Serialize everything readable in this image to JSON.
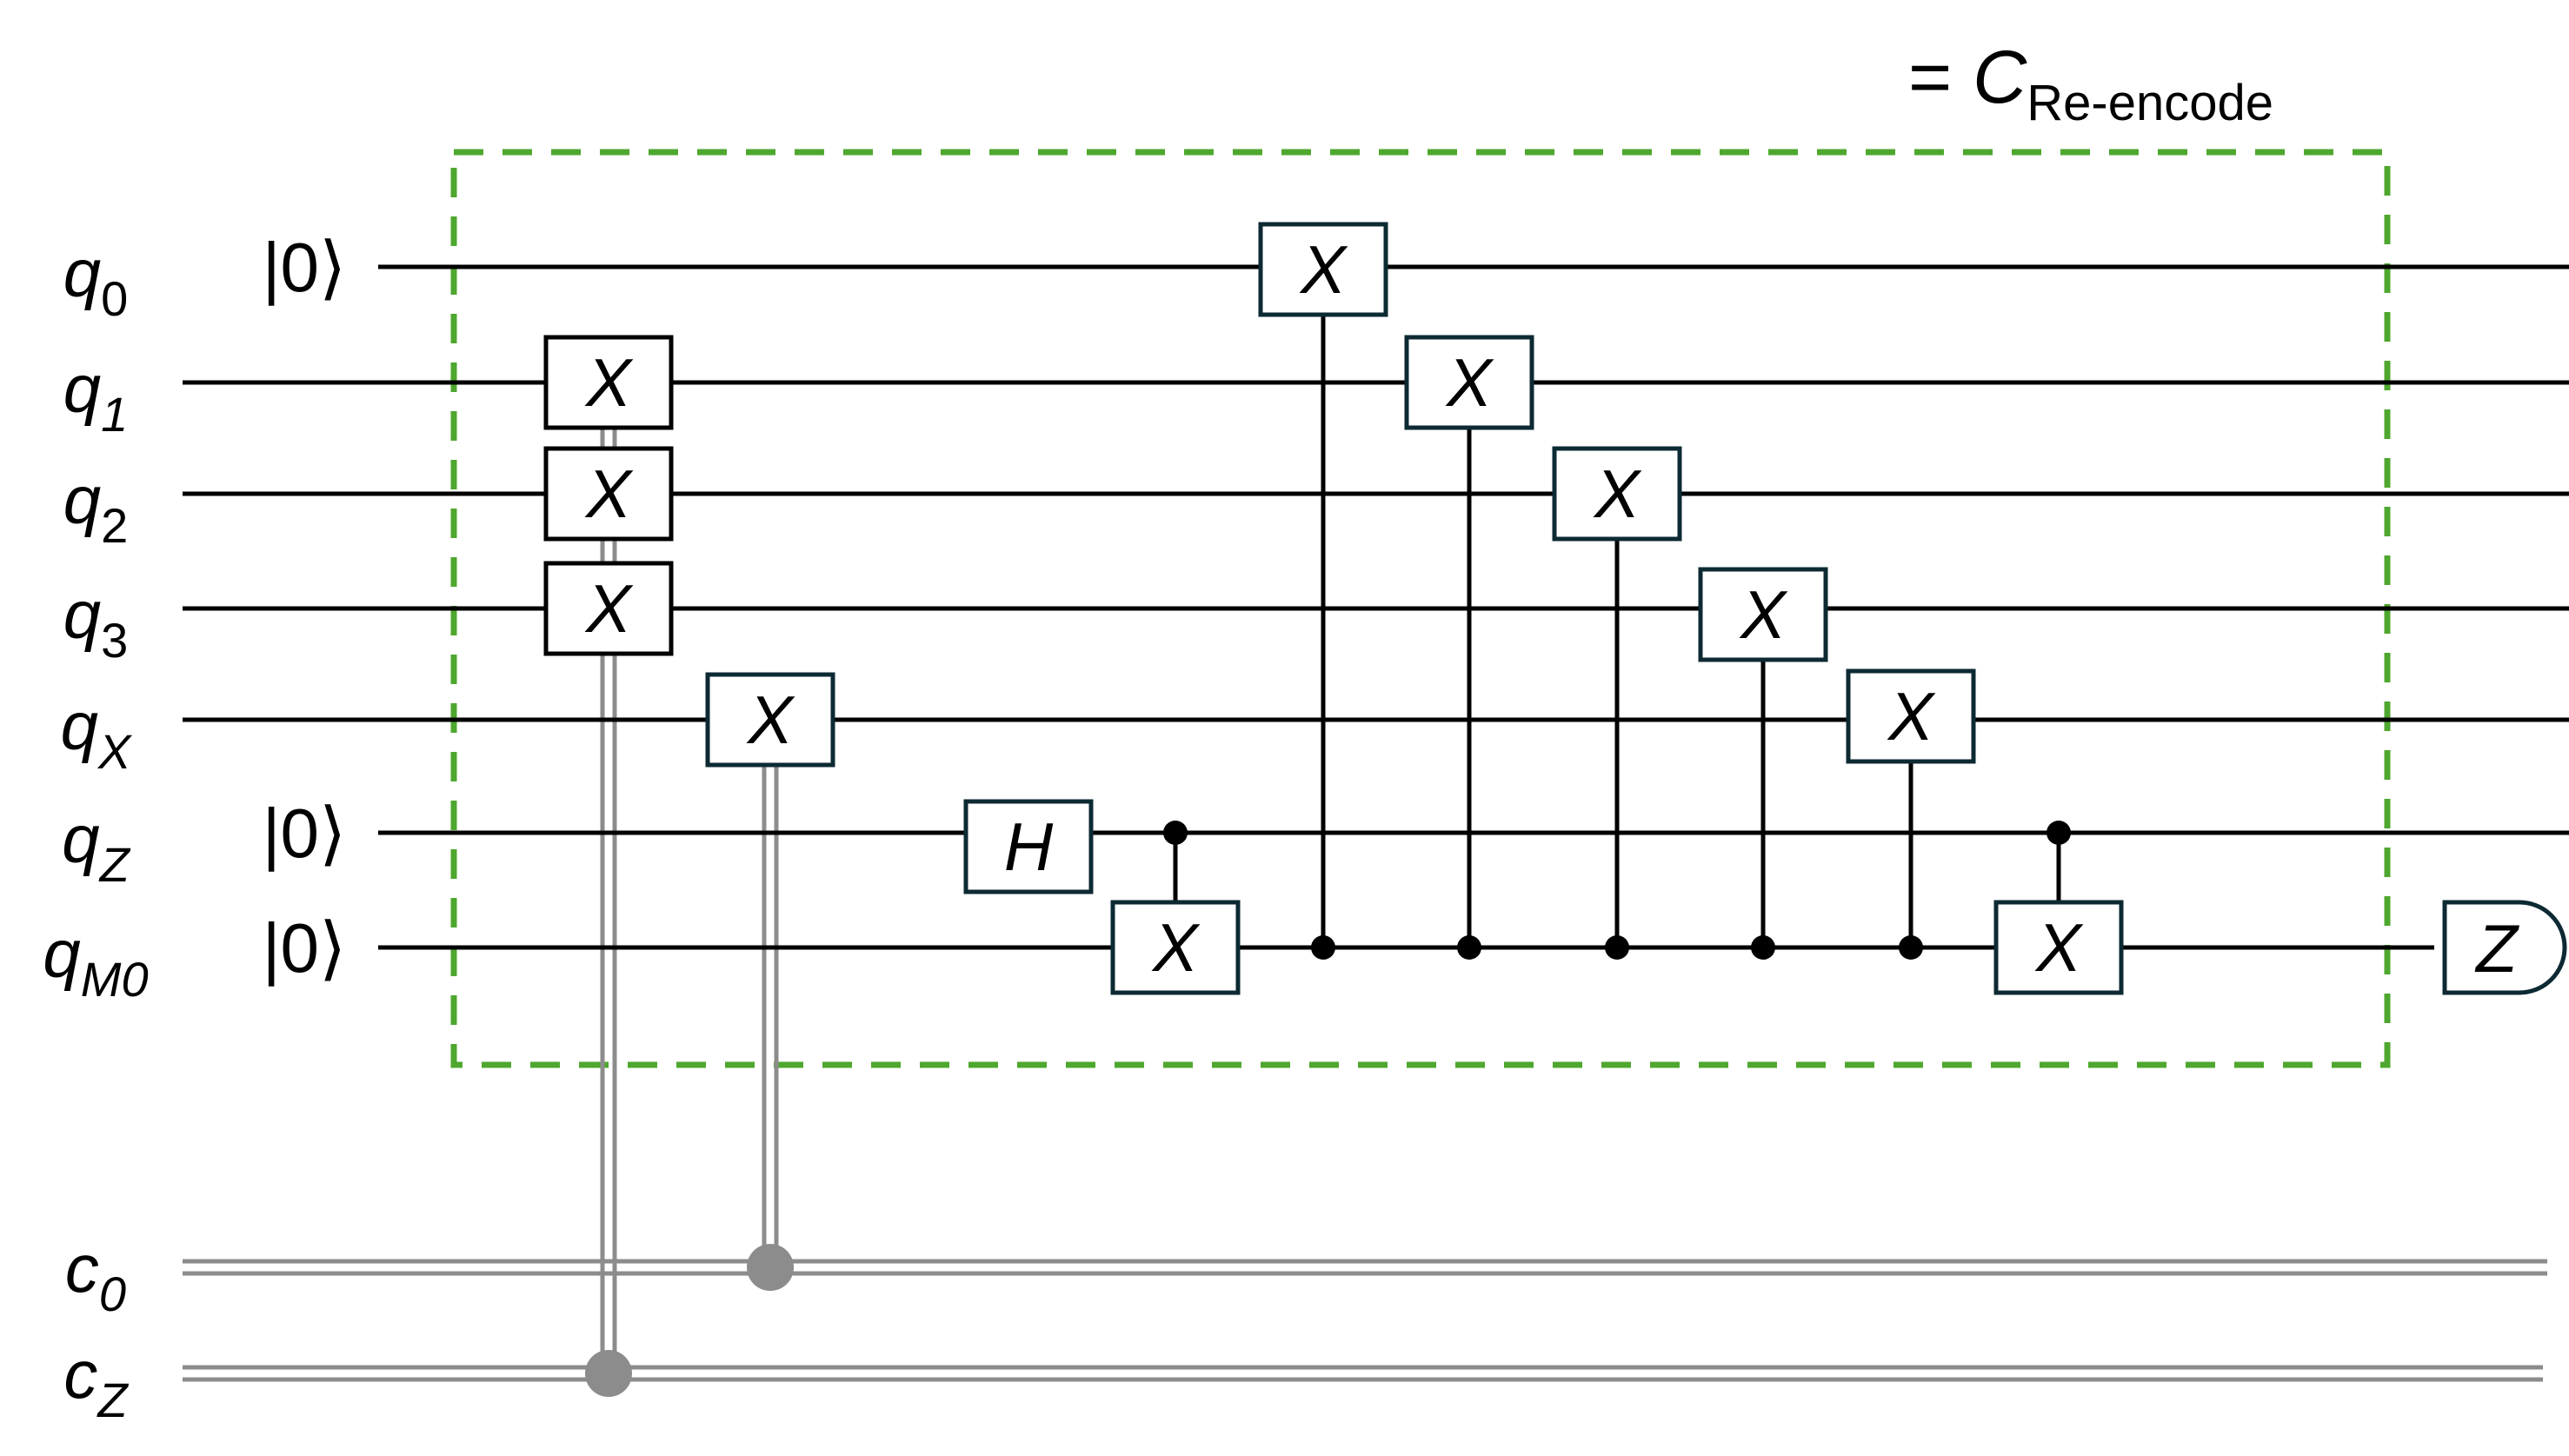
{
  "annotation": {
    "prefix": "= ",
    "symbol": "C",
    "subscript": "Re-encode"
  },
  "colors": {
    "wire": "#000000",
    "classical_wire": "#8c8c8c",
    "gate_border": "#0d2a33",
    "box_outline": "#4ea72e"
  },
  "quantum_wires": [
    {
      "id": "q0",
      "base": "q",
      "sub": "0",
      "sub_italic": false,
      "init": "|0⟩"
    },
    {
      "id": "q1",
      "base": "q",
      "sub": "1",
      "sub_italic": true,
      "init": ""
    },
    {
      "id": "q2",
      "base": "q",
      "sub": "2",
      "sub_italic": false,
      "init": ""
    },
    {
      "id": "q3",
      "base": "q",
      "sub": "3",
      "sub_italic": false,
      "init": ""
    },
    {
      "id": "qX",
      "base": "q",
      "sub": "X",
      "sub_italic": true,
      "init": ""
    },
    {
      "id": "qZ",
      "base": "q",
      "sub": "Z",
      "sub_italic": true,
      "init": "|0⟩"
    },
    {
      "id": "qM0",
      "base": "q",
      "sub": "M0",
      "sub_italic": true,
      "init": "|0⟩"
    }
  ],
  "classical_wires": [
    {
      "id": "c0",
      "base": "c",
      "sub": "0",
      "sub_italic": true
    },
    {
      "id": "cZ",
      "base": "c",
      "sub": "Z",
      "sub_italic": true
    }
  ],
  "gates": [
    {
      "label": "X",
      "wire": "q1",
      "step": 0
    },
    {
      "label": "X",
      "wire": "q2",
      "step": 0
    },
    {
      "label": "X",
      "wire": "q3",
      "step": 0
    },
    {
      "label": "X",
      "wire": "qX",
      "step": 1
    },
    {
      "label": "H",
      "wire": "qZ",
      "step": 2
    },
    {
      "label": "X",
      "wire": "qM0",
      "step": 3,
      "control": "qZ"
    },
    {
      "label": "X",
      "wire": "q0",
      "step": 4,
      "control": "qM0"
    },
    {
      "label": "X",
      "wire": "q1",
      "step": 5,
      "control": "qM0"
    },
    {
      "label": "X",
      "wire": "q2",
      "step": 6,
      "control": "qM0"
    },
    {
      "label": "X",
      "wire": "q3",
      "step": 7,
      "control": "qM0"
    },
    {
      "label": "X",
      "wire": "qX",
      "step": 8,
      "control": "qM0"
    },
    {
      "label": "X",
      "wire": "qM0",
      "step": 9,
      "control": "qZ"
    }
  ],
  "classical_controls": [
    {
      "from_step": 0,
      "to": "cZ"
    },
    {
      "from_step": 1,
      "to": "c0"
    }
  ],
  "measurement": {
    "wire": "qM0",
    "label": "Z"
  }
}
